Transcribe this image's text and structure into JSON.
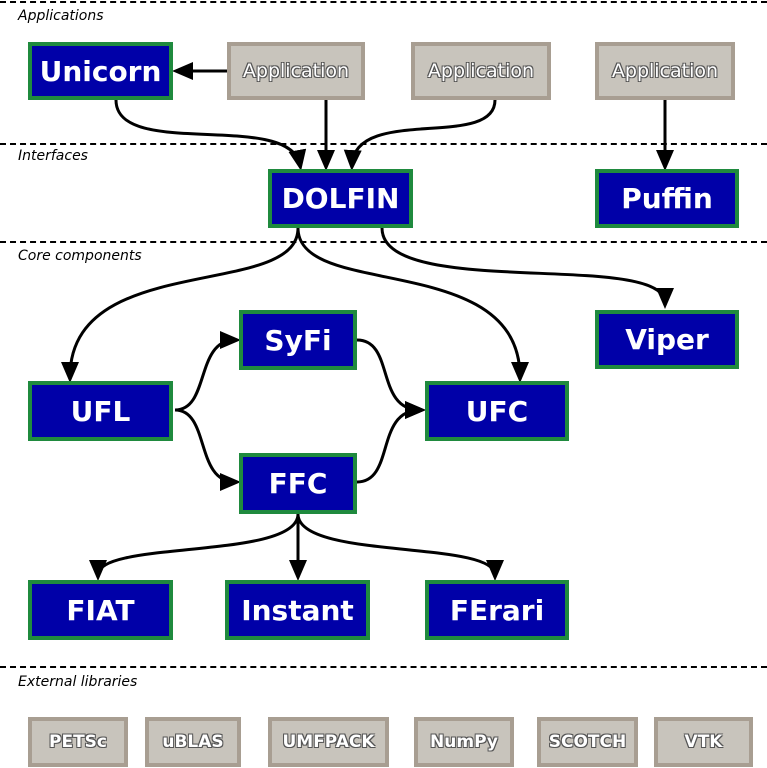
{
  "layers": {
    "applications": "Applications",
    "interfaces": "Interfaces",
    "core": "Core components",
    "external": "External libraries"
  },
  "applications": {
    "app1": "Application",
    "app2": "Application",
    "app3": "Application"
  },
  "nodes": {
    "unicorn": "Unicorn",
    "dolfin": "DOLFIN",
    "puffin": "Puffin",
    "viper": "Viper",
    "syfi": "SyFi",
    "ufl": "UFL",
    "ufc": "UFC",
    "ffc": "FFC",
    "fiat": "FIAT",
    "instant": "Instant",
    "ferari": "FErari"
  },
  "libraries": [
    "PETSc",
    "uBLAS",
    "UMFPACK",
    "NumPy",
    "SCOTCH",
    "VTK"
  ],
  "colors": {
    "component_fill": "#0000a8",
    "component_border": "#1f8a3e",
    "app_fill": "#c8c4bc",
    "app_border": "#a89e92"
  }
}
